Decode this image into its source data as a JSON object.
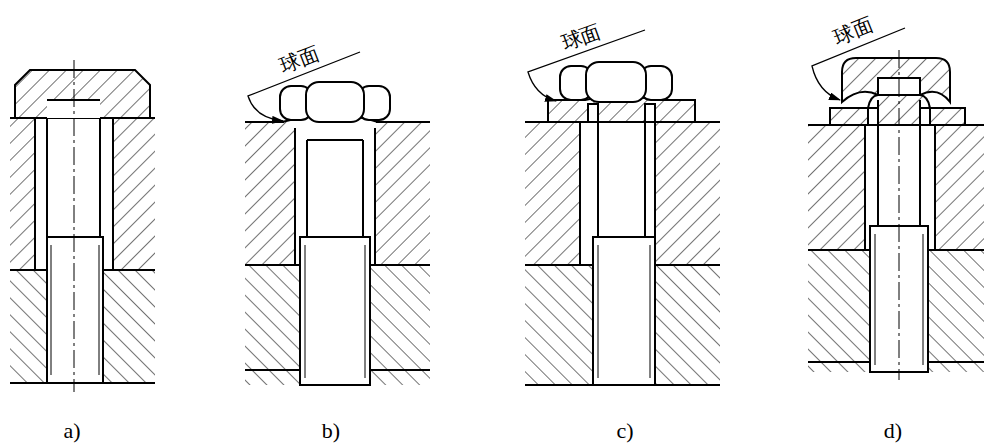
{
  "diagram": {
    "labels": [
      "球面",
      "球面",
      "球面",
      "a)",
      "b)",
      "c)",
      "d)"
    ]
  }
}
